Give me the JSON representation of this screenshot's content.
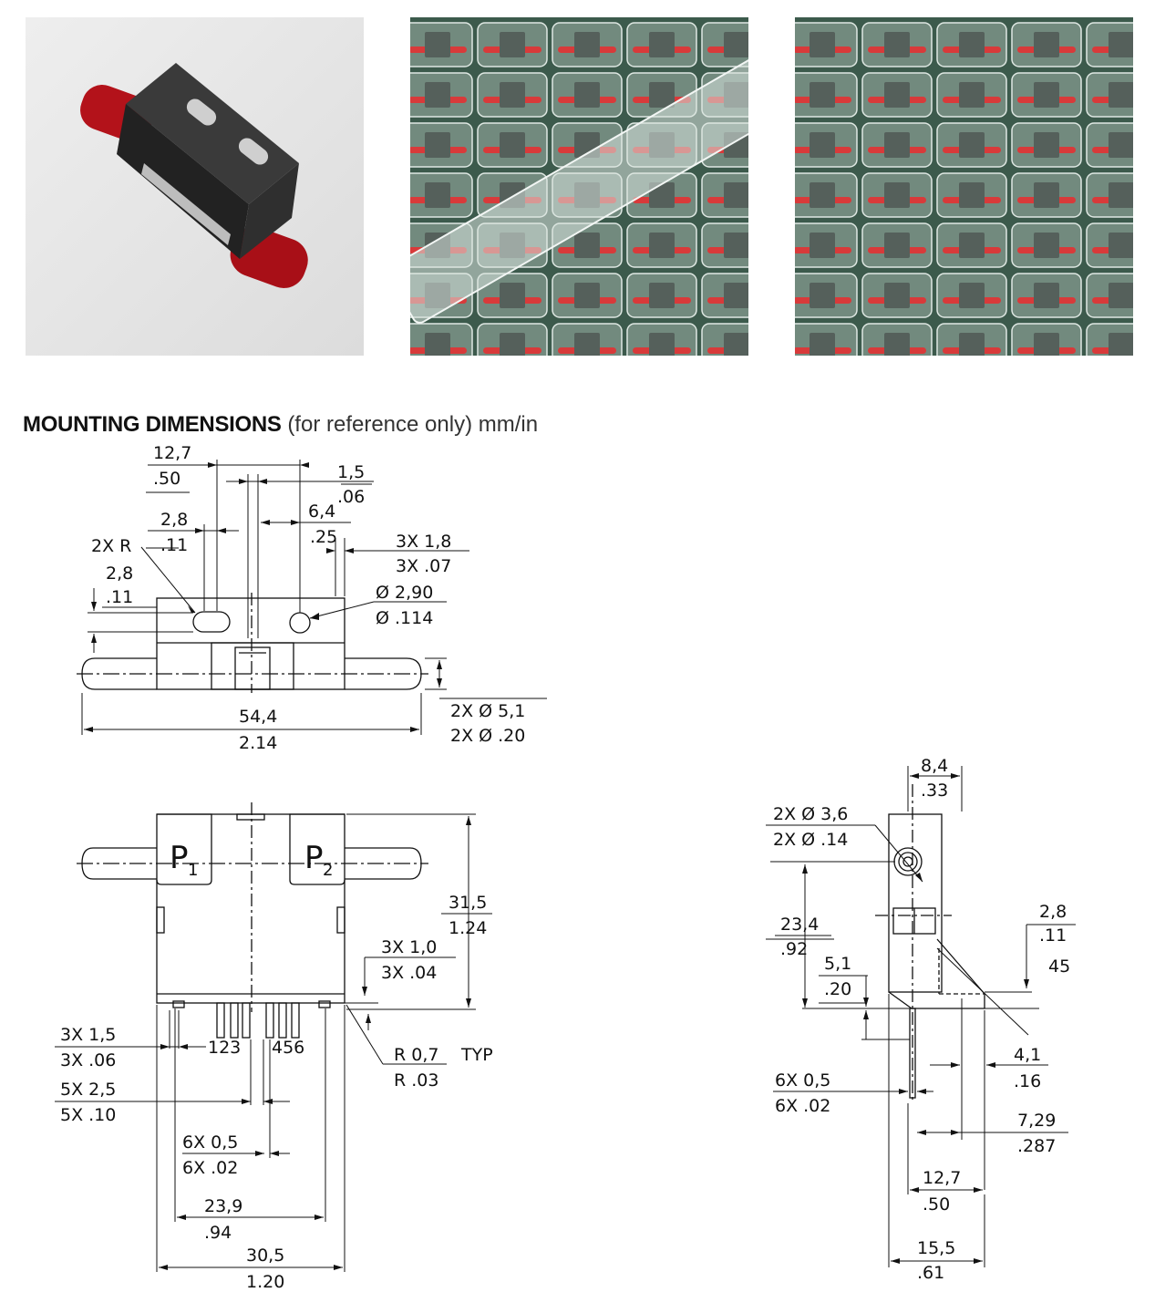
{
  "section": {
    "title_bold": "MOUNTING DIMENSIONS",
    "title_rest": "(for reference only) mm/in"
  },
  "top_view": {
    "d_12_7": "12,7",
    "d_50": ".50",
    "d_1_5": "1,5",
    "d_06": ".06",
    "d_2_8a": "2,8",
    "d_11a": ".11",
    "d_6_4": "6,4",
    "d_25": ".25",
    "r_label": "2X R",
    "d_3x18": "3X 1,8",
    "d_3x07": "3X .07",
    "d_2_8b": "2,8",
    "d_11b": ".11",
    "d_phi290": "Ø 2,90",
    "d_phi114": "Ø .114",
    "d_54_4": "54,4",
    "d_214": "2.14",
    "d_2xphi51": "2X Ø 5,1",
    "d_2xphi20": "2X Ø .20"
  },
  "front_view": {
    "p1": "P",
    "p1_sub": "1",
    "p2": "P",
    "p2_sub": "2",
    "d_31_5": "31,5",
    "d_124": "1.24",
    "d_3x10": "3X 1,0",
    "d_3x04": "3X .04",
    "d_3x15": "3X 1,5",
    "d_3x06": "3X .06",
    "pins_left": "123",
    "pins_right": "456",
    "d_r07": "R 0,7",
    "typ": "TYP",
    "d_r03": "R .03",
    "d_5x25": "5X 2,5",
    "d_5x10": "5X .10",
    "d_6x05": "6X 0,5",
    "d_6x02": "6X .02",
    "d_23_9": "23,9",
    "d_94": ".94",
    "d_30_5": "30,5",
    "d_120": "1.20"
  },
  "side_view": {
    "d_8_4": "8,4",
    "d_33": ".33",
    "d_2xphi36": "2X Ø 3,6",
    "d_2xphi14": "2X Ø .14",
    "d_23_4": "23,4",
    "d_92": ".92",
    "d_2_8": "2,8",
    "d_11": ".11",
    "d_45": "45",
    "d_5_1": "5,1",
    "d_20": ".20",
    "d_4_1": "4,1",
    "d_16": ".16",
    "d_6x05": "6X 0,5",
    "d_6x02": "6X .02",
    "d_7_29": "7,29",
    "d_287": ".287",
    "d_12_7": "12,7",
    "d_50": ".50",
    "d_15_5": "15,5",
    "d_61": ".61"
  },
  "colors": {
    "sensor_body": "#2b2b2b",
    "port_cap": "#b3121a",
    "tray_green": "#3c5a4c",
    "line": "#111111"
  }
}
